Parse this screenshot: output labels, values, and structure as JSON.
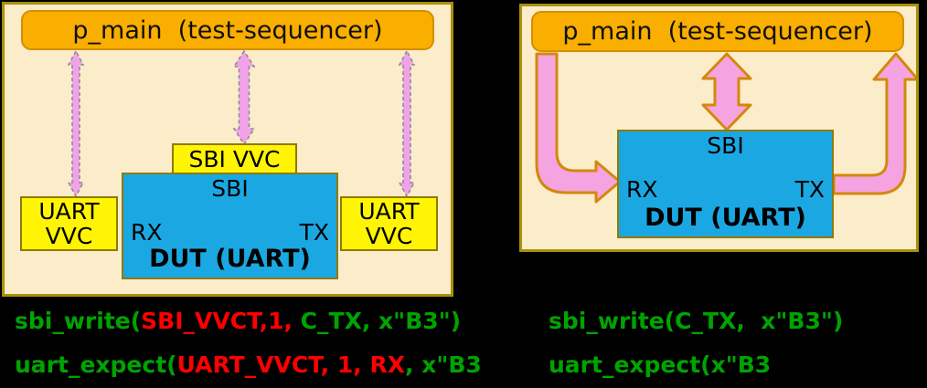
{
  "figure": {
    "left_panel": {
      "p_main": "p_main  (test-sequencer)",
      "sbi_vvc": "SBI VVC",
      "uart_vvc_left": "UART VVC",
      "uart_vvc_right": "UART VVC",
      "dut": {
        "port_sbi": "SBI",
        "port_rx": "RX",
        "port_tx": "TX",
        "label": "DUT (UART)"
      }
    },
    "right_panel": {
      "p_main": "p_main  (test-sequencer)",
      "dut": {
        "port_sbi": "SBI",
        "port_rx": "RX",
        "port_tx": "TX",
        "label": "DUT (UART)"
      }
    }
  },
  "code": {
    "left_line1": {
      "seg1": "sbi_write(",
      "seg2": "SBI_VVCT,1,",
      "seg3": " C_TX, x\"B3\")"
    },
    "left_line2": {
      "seg1": "uart_expect(",
      "seg2": "UART_VVCT, 1, RX",
      "seg3": ", x\"B3"
    },
    "right_line1": "sbi_write(C_TX,  x\"B3\")",
    "right_line2": "uart_expect(x\"B3"
  },
  "colors": {
    "background": "#000000",
    "panel_fill": "#FBECCA",
    "panel_border": "#A8910A",
    "pmain_fill": "#F9AE00",
    "pmain_border": "#D68E00",
    "vvc_fill": "#FFF404",
    "box_border": "#8F7A00",
    "dut_fill": "#1BA8E2",
    "arrow_pink": "#F6A3E1",
    "arrow_outline": "#D4880B",
    "dashed_arrow_fill": "#F2A2E8",
    "dashed_arrow_outline": "#8C8C96",
    "code_green": "#00A300",
    "code_red": "#FF0000"
  }
}
